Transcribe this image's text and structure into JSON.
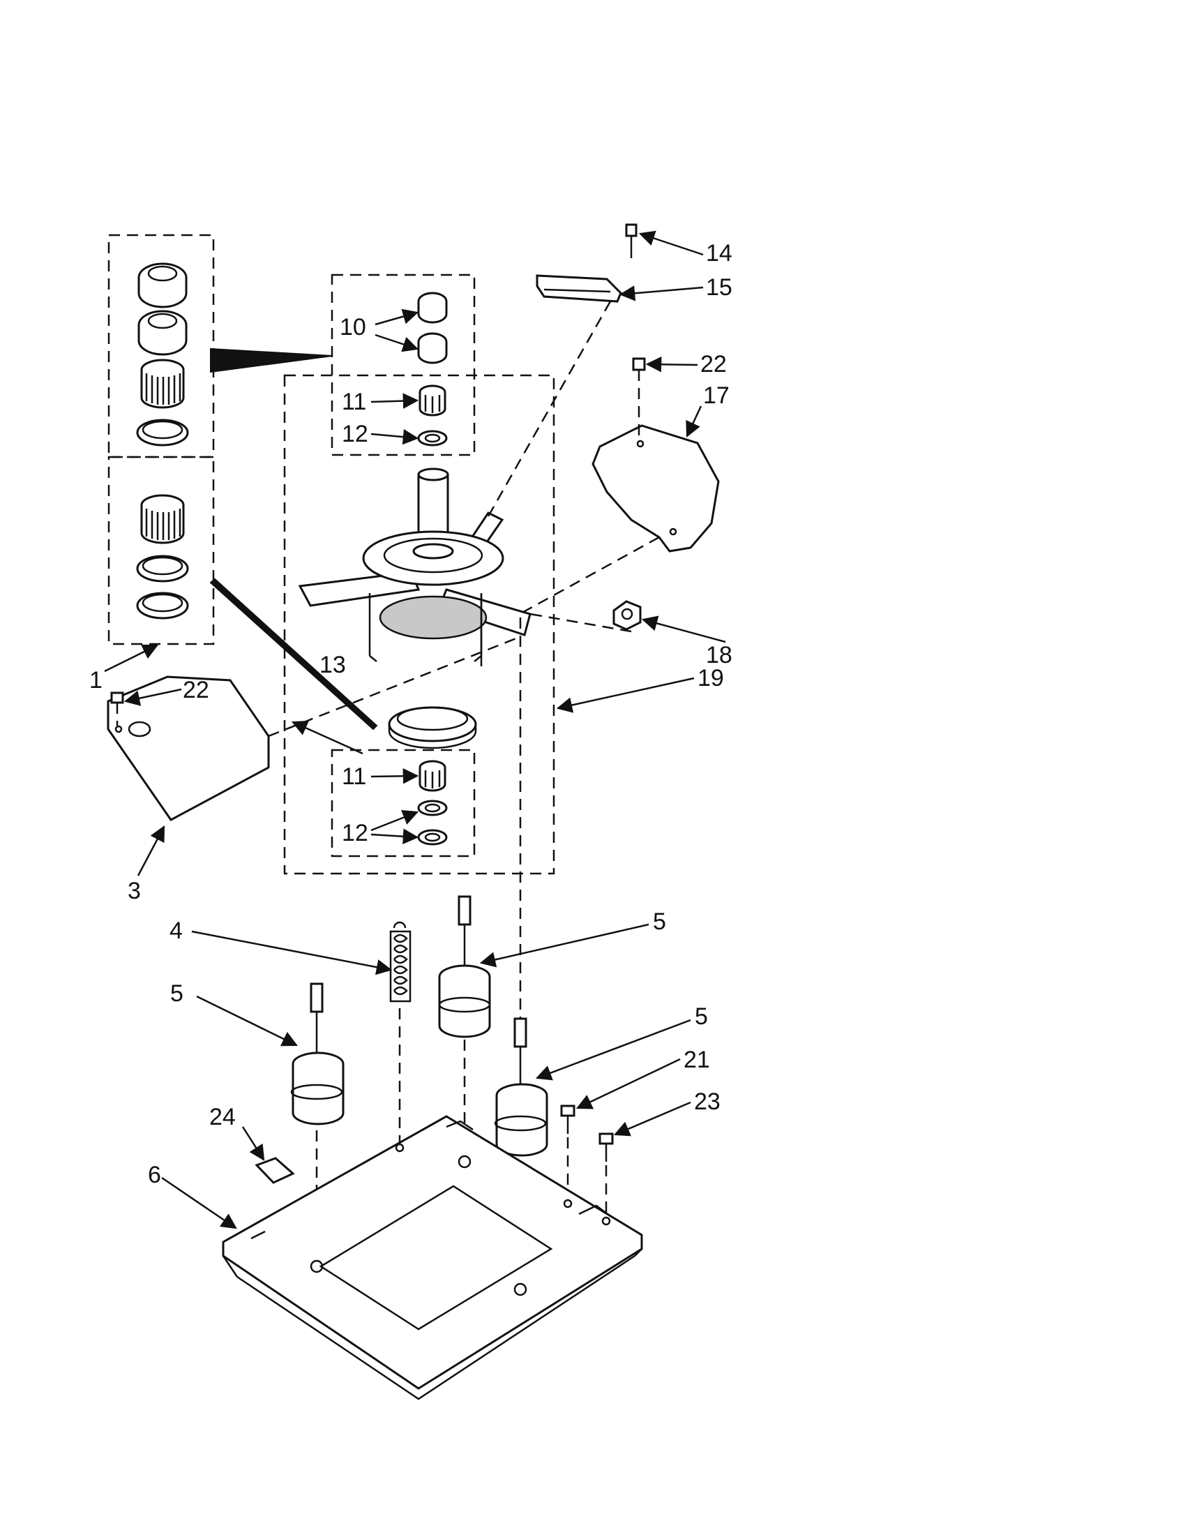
{
  "callouts": {
    "c1": "1",
    "c3": "3",
    "c4": "4",
    "c5a": "5",
    "c5b": "5",
    "c5c": "5",
    "c6": "6",
    "c10": "10",
    "c11a": "11",
    "c11b": "11",
    "c12a": "12",
    "c12b": "12",
    "c13": "13",
    "c14": "14",
    "c15": "15",
    "c17": "17",
    "c18": "18",
    "c19": "19",
    "c21": "21",
    "c22a": "22",
    "c22b": "22",
    "c23": "23",
    "c24": "24"
  }
}
